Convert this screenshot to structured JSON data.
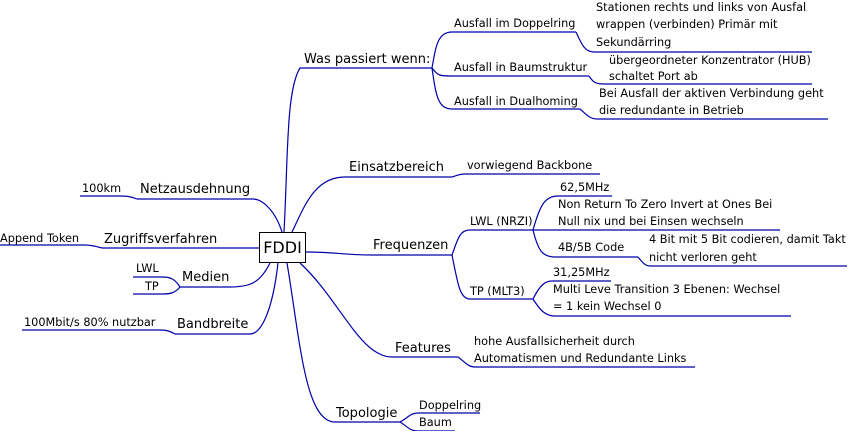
{
  "root": "FDDI",
  "branches": {
    "was_passiert": {
      "label": "Was passiert wenn:",
      "doppelring": {
        "label": "Ausfall im Doppelring",
        "note": [
          "Stationen rechts und links von Ausfal",
          "wrappen (verbinden) Primär mit",
          "Sekundärring"
        ]
      },
      "baumstruktur": {
        "label": "Ausfall in Baumstruktur",
        "note": [
          "übergeordneter Konzentrator (HUB)",
          "schaltet Port ab"
        ]
      },
      "dualhoming": {
        "label": "Ausfall in Dualhoming",
        "note": [
          "Bei Ausfall der aktiven Verbindung geht",
          "die redundante in Betrieb"
        ]
      }
    },
    "einsatzbereich": {
      "label": "Einsatzbereich",
      "note": "vorwiegend Backbone"
    },
    "frequenzen": {
      "label": "Frequenzen",
      "lwl": {
        "label": "LWL (NRZI)",
        "freq": "62,5MHz",
        "nrzi_note": [
          "Non Return To Zero Invert at Ones Bei",
          "Null nix und bei Einsen wechseln"
        ],
        "code": {
          "label": "4B/5B Code",
          "note": [
            "4 Bit mit 5 Bit codieren, damit Takt",
            "nicht verloren geht"
          ]
        }
      },
      "tp": {
        "label": "TP (MLT3)",
        "freq": "31,25MHz",
        "note": [
          "Multi Leve Transition 3 Ebenen: Wechsel",
          "= 1 kein Wechsel 0"
        ]
      }
    },
    "features": {
      "label": "Features",
      "note": [
        "hohe Ausfallsicherheit durch",
        "Automatismen und Redundante Links"
      ]
    },
    "topologie": {
      "label": "Topologie",
      "items": [
        "Doppelring",
        "Baum"
      ]
    },
    "netzausdehnung": {
      "label": "Netzausdehnung",
      "value": "100km"
    },
    "zugriffsverfahren": {
      "label": "Zugriffsverfahren",
      "value": "Append Token"
    },
    "medien": {
      "label": "Medien",
      "items": [
        "LWL",
        "TP"
      ]
    },
    "bandbreite": {
      "label": "Bandbreite",
      "value": "100Mbit/s 80% nutzbar"
    }
  },
  "colors": {
    "line": "#0000aa",
    "text": "#000000",
    "background": "#ffffff"
  }
}
